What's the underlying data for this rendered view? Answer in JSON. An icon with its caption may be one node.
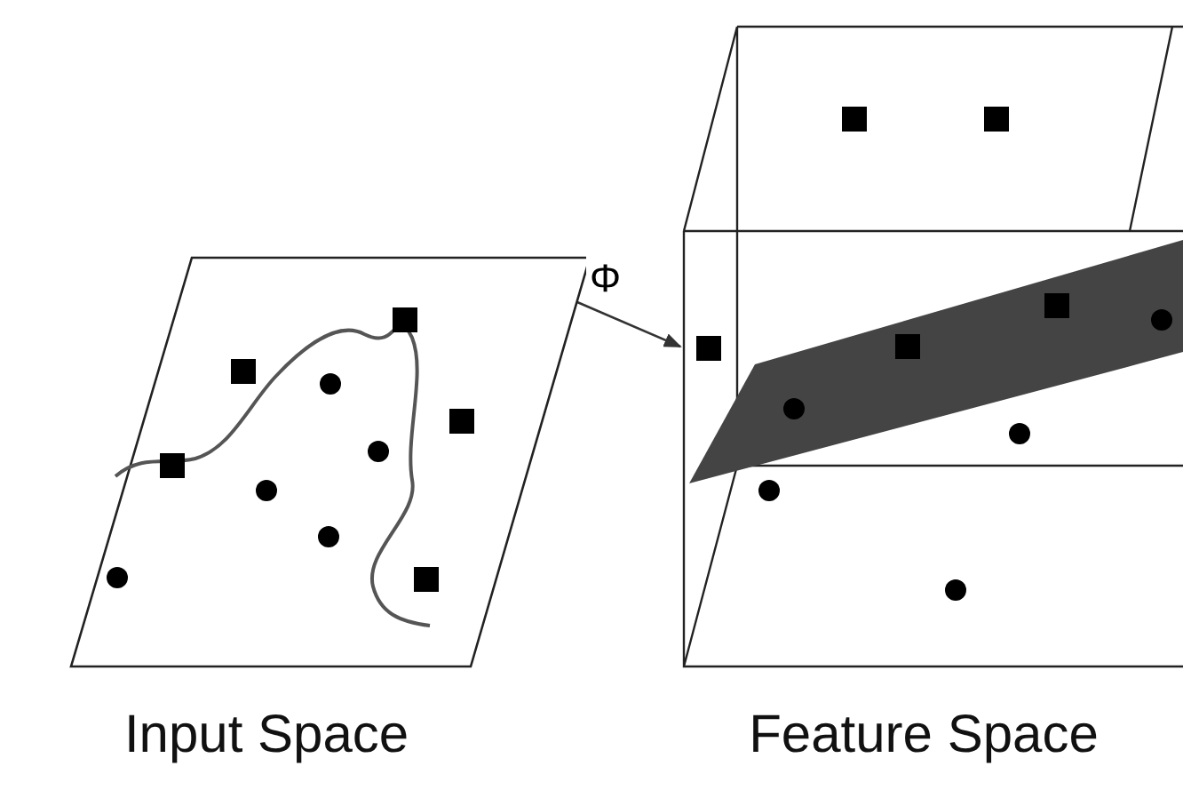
{
  "diagram": {
    "nodes": [
      {
        "text": [
          "Input Space"
        ]
      },
      {
        "text": [
          "Feature Space"
        ]
      }
    ],
    "edges": [
      {
        "from": 0,
        "to": 1,
        "arrow": "to",
        "label": "Φ"
      }
    ]
  }
}
